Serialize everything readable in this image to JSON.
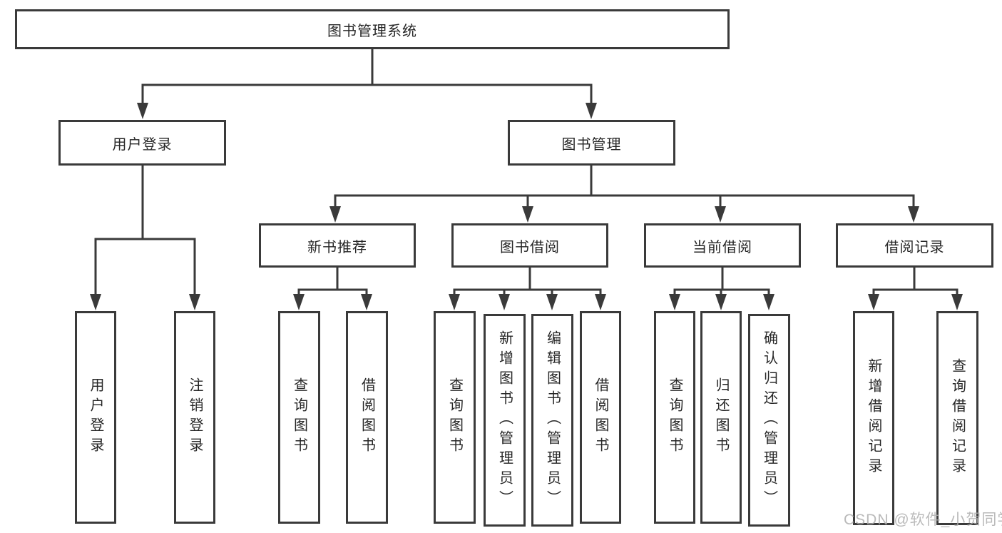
{
  "diagram": {
    "title": "图书管理系统",
    "type": "functional hierarchy tree",
    "hierarchy": {
      "图书管理系统": [
        "用户登录",
        "图书管理"
      ],
      "用户登录": [
        "用户登录",
        "注销登录"
      ],
      "图书管理": [
        "新书推荐",
        "图书借阅",
        "当前借阅",
        "借阅记录"
      ],
      "新书推荐": [
        "查询图书",
        "借阅图书"
      ],
      "图书借阅": [
        "查询图书",
        "新增图书（管理员）",
        "编辑图书（管理员）",
        "借阅图书"
      ],
      "当前借阅": [
        "查询图书",
        "归还图书",
        "确认归还（管理员）"
      ],
      "借阅记录": [
        "新增借阅记录",
        "查询借阅记录"
      ]
    }
  },
  "nodes": {
    "root": "图书管理系统",
    "user_login": "用户登录",
    "book_management": "图书管理",
    "new_book_recommend": "新书推荐",
    "book_borrowing": "图书借阅",
    "current_borrowing": "当前借阅",
    "borrowing_records": "借阅记录",
    "user_login_leaf": "用户登录",
    "logout_leaf": "注销登录",
    "query_books_recommend": "查询图书",
    "borrow_books_recommend": "借阅图书",
    "query_books_borrowing": "查询图书",
    "add_books_admin": "新增图书（管理员）",
    "edit_books_admin": "编辑图书（管理员）",
    "borrow_books_borrowing": "借阅图书",
    "query_books_current": "查询图书",
    "return_books": "归还图书",
    "confirm_return_admin": "确认归还（管理员）",
    "add_borrow_record": "新增借阅记录",
    "query_borrow_record": "查询借阅记录"
  },
  "watermark": {
    "text": "CSDN @软件_小贺同学",
    "color": "#aeaeae"
  },
  "colors": {
    "line": "#3a3a3a",
    "text": "#262626",
    "background": "#ffffff"
  }
}
